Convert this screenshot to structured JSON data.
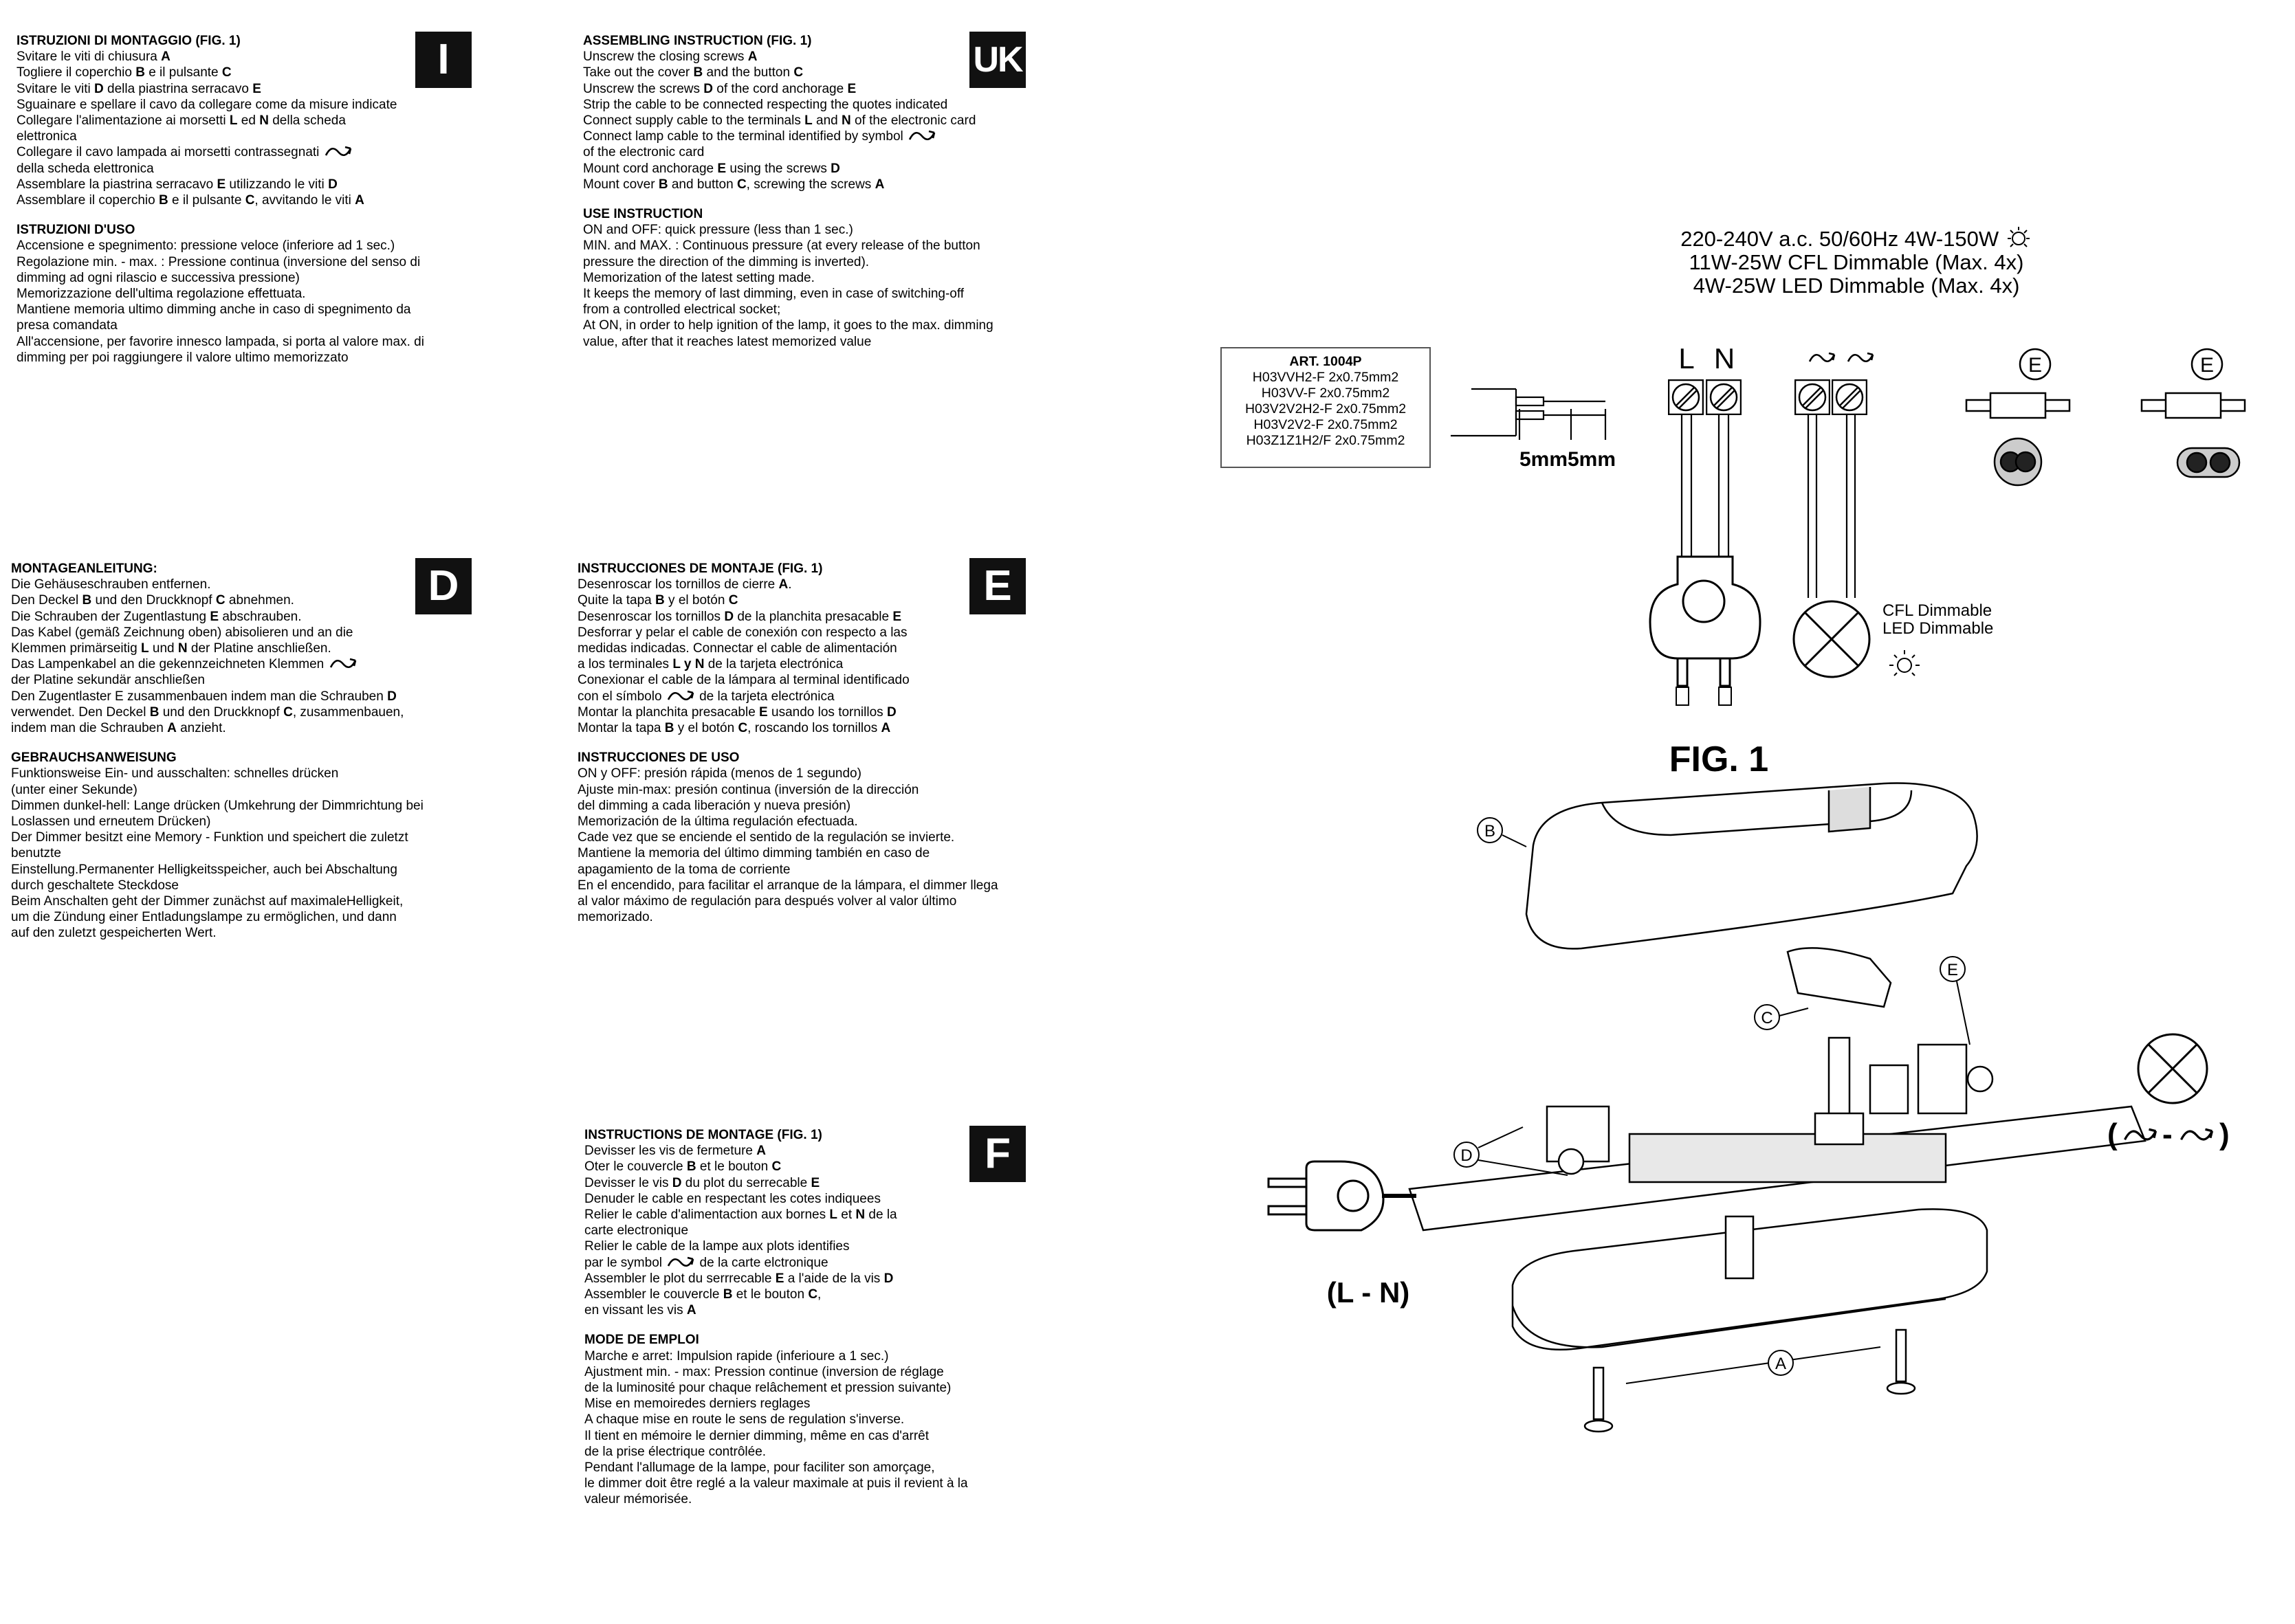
{
  "sections": {
    "it": {
      "badge": "I",
      "title": "ISTRUZIONI DI MONTAGGIO (FIG. 1)",
      "lines": [
        [
          {
            "t": "Svitare le viti di chiusura "
          },
          {
            "t": "A",
            "b": true
          }
        ],
        [
          {
            "t": "Togliere il coperchio "
          },
          {
            "t": "B",
            "b": true
          },
          {
            "t": " e il pulsante "
          },
          {
            "t": "C",
            "b": true
          }
        ],
        [
          {
            "t": "Svitare le viti "
          },
          {
            "t": "D",
            "b": true
          },
          {
            "t": " della piastrina serracavo "
          },
          {
            "t": "E",
            "b": true
          }
        ],
        [
          {
            "t": "Sguainare e spellare il cavo da collegare come da misure indicate"
          }
        ],
        [
          {
            "t": "Collegare l'alimentazione ai morsetti "
          },
          {
            "t": "L",
            "b": true
          },
          {
            "t": " ed "
          },
          {
            "t": "N",
            "b": true
          },
          {
            "t": " della scheda"
          }
        ],
        [
          {
            "t": "elettronica"
          }
        ],
        [
          {
            "t": "Collegare il cavo lampada ai morsetti contrassegnati "
          },
          {
            "sym": true
          }
        ],
        [
          {
            "t": "della scheda elettronica"
          }
        ],
        [
          {
            "t": "Assemblare la piastrina serracavo "
          },
          {
            "t": "E",
            "b": true
          },
          {
            "t": " utilizzando le viti "
          },
          {
            "t": "D",
            "b": true
          }
        ],
        [
          {
            "t": "Assemblare il coperchio "
          },
          {
            "t": "B",
            "b": true
          },
          {
            "t": " e il pulsante "
          },
          {
            "t": "C",
            "b": true
          },
          {
            "t": ", avvitando le viti "
          },
          {
            "t": "A",
            "b": true
          }
        ]
      ],
      "use_title": "ISTRUZIONI D'USO",
      "use_lines": [
        "Accensione e spegnimento: pressione veloce (inferiore ad 1 sec.)",
        "Regolazione min. - max. : Pressione continua (inversione del senso di",
        "dimming ad ogni rilascio e successiva pressione)",
        "Memorizzazione dell'ultima regolazione effettuata.",
        "Mantiene memoria ultimo dimming anche in caso di spegnimento da",
        "presa comandata",
        "All'accensione, per favorire innesco lampada, si porta al valore max. di",
        "dimming per poi raggiungere il valore ultimo memorizzato"
      ]
    },
    "uk": {
      "badge": "UK",
      "title": "ASSEMBLING INSTRUCTION (FIG. 1)",
      "lines": [
        [
          {
            "t": "Unscrew the closing screws  "
          },
          {
            "t": "A",
            "b": true
          }
        ],
        [
          {
            "t": "Take out the cover "
          },
          {
            "t": "B",
            "b": true
          },
          {
            "t": " and the button "
          },
          {
            "t": "C",
            "b": true
          }
        ],
        [
          {
            "t": "Unscrew the screws "
          },
          {
            "t": "D",
            "b": true
          },
          {
            "t": " of the cord anchorage "
          },
          {
            "t": "E",
            "b": true
          }
        ],
        [
          {
            "t": "Strip the cable to be connected respecting the  quotes indicated"
          }
        ],
        [
          {
            "t": "Connect supply cable to the terminals "
          },
          {
            "t": "L",
            "b": true
          },
          {
            "t": " and "
          },
          {
            "t": "N",
            "b": true
          },
          {
            "t": " of the electronic card"
          }
        ],
        [
          {
            "t": "Connect lamp cable to the terminal identified by symbol "
          },
          {
            "sym": true
          }
        ],
        [
          {
            "t": "of the electronic card"
          }
        ],
        [
          {
            "t": "Mount cord anchorage "
          },
          {
            "t": "E",
            "b": true
          },
          {
            "t": " using the screws "
          },
          {
            "t": "D",
            "b": true
          }
        ],
        [
          {
            "t": "Mount cover "
          },
          {
            "t": "B",
            "b": true
          },
          {
            "t": " and button "
          },
          {
            "t": "C",
            "b": true
          },
          {
            "t": ", screwing the screws "
          },
          {
            "t": "A",
            "b": true
          }
        ]
      ],
      "use_title": "USE INSTRUCTION",
      "use_lines": [
        "ON and OFF: quick pressure (less than 1 sec.)",
        "MIN. and MAX.  : Continuous pressure (at every release of the button",
        "pressure the direction of the dimming is inverted).",
        "Memorization of the latest setting made.",
        "It keeps the memory of last dimming, even in case of switching-off",
        "from a controlled electrical socket;",
        "At ON, in order to help ignition of the lamp, it goes to the max. dimming",
        "value, after that it reaches latest memorized value"
      ]
    },
    "de": {
      "badge": "D",
      "title": "MONTAGEANLEITUNG:",
      "lines": [
        [
          {
            "t": "Die Gehäuseschrauben entfernen."
          }
        ],
        [
          {
            "t": "Den Deckel "
          },
          {
            "t": "B",
            "b": true
          },
          {
            "t": " und den Druckknopf "
          },
          {
            "t": "C",
            "b": true
          },
          {
            "t": " abnehmen."
          }
        ],
        [
          {
            "t": "Die Schrauben der Zugentlastung "
          },
          {
            "t": "E",
            "b": true
          },
          {
            "t": " abschrauben."
          }
        ],
        [
          {
            "t": "Das Kabel (gemäß Zeichnung oben) abisolieren und an die"
          }
        ],
        [
          {
            "t": "Klemmen primärseitig "
          },
          {
            "t": "L",
            "b": true
          },
          {
            "t": " und "
          },
          {
            "t": "N",
            "b": true
          },
          {
            "t": " der Platine anschließen."
          }
        ],
        [
          {
            "t": "Das Lampenkabel an die gekennzeichneten Klemmen "
          },
          {
            "sym": true
          }
        ],
        [
          {
            "t": "der Platine sekundär anschließen"
          }
        ],
        [
          {
            "t": "Den Zugentlaster  E zusammenbauen indem man die Schrauben "
          },
          {
            "t": "D",
            "b": true
          }
        ],
        [
          {
            "t": "verwendet. Den Deckel "
          },
          {
            "t": "B",
            "b": true
          },
          {
            "t": " und den Druckknopf "
          },
          {
            "t": "C",
            "b": true
          },
          {
            "t": ", zusammenbauen,"
          }
        ],
        [
          {
            "t": "indem man die Schrauben "
          },
          {
            "t": "A",
            "b": true
          },
          {
            "t": " anzieht."
          }
        ]
      ],
      "use_title": "GEBRAUCHSANWEISUNG",
      "use_lines": [
        "Funktionsweise Ein- und ausschalten: schnelles drücken",
        "(unter einer Sekunde)",
        "Dimmen dunkel-hell: Lange drücken (Umkehrung der Dimmrichtung bei",
        "Loslassen und erneutem Drücken)",
        "Der Dimmer besitzt eine Memory - Funktion und speichert die zuletzt",
        "benutzte",
        "Einstellung.Permanenter Helligkeitsspeicher, auch bei Abschaltung",
        "durch geschaltete Steckdose",
        "Beim Anschalten geht der Dimmer zunächst auf maximaleHelligkeit,",
        "um die Zündung einer Entladungslampe zu ermöglichen, und dann",
        "auf den zuletzt gespeicherten Wert."
      ]
    },
    "es": {
      "badge": "E",
      "title": "INSTRUCCIONES DE MONTAJE (FIG. 1)",
      "lines": [
        [
          {
            "t": "Desenroscar los tornillos de cierre  "
          },
          {
            "t": "A",
            "b": true
          },
          {
            "t": "."
          }
        ],
        [
          {
            "t": "Quite la tapa "
          },
          {
            "t": "B",
            "b": true
          },
          {
            "t": " y el botón "
          },
          {
            "t": "C",
            "b": true
          }
        ],
        [
          {
            "t": "Desenroscar los tornillos "
          },
          {
            "t": "D",
            "b": true
          },
          {
            "t": " de la planchita presacable "
          },
          {
            "t": "E",
            "b": true
          }
        ],
        [
          {
            "t": "Desforrar y pelar el cable de conexión con respecto a las"
          }
        ],
        [
          {
            "t": "medidas indicadas. Connectar el cable de alimentación"
          }
        ],
        [
          {
            "t": "a los terminales "
          },
          {
            "t": "L y N",
            "b": true
          },
          {
            "t": " de la tarjeta electrónica"
          }
        ],
        [
          {
            "t": "Conexionar el cable de la lámpara al terminal identificado"
          }
        ],
        [
          {
            "t": "con el símbolo "
          },
          {
            "sym": true
          },
          {
            "t": "  de la tarjeta electrónica"
          }
        ],
        [
          {
            "t": "Montar la planchita presacable "
          },
          {
            "t": "E",
            "b": true
          },
          {
            "t": " usando los tornillos "
          },
          {
            "t": "D",
            "b": true
          }
        ],
        [
          {
            "t": "Montar la tapa "
          },
          {
            "t": "B",
            "b": true
          },
          {
            "t": " y el botón "
          },
          {
            "t": "C",
            "b": true
          },
          {
            "t": ", roscando los tornillos "
          },
          {
            "t": "A",
            "b": true
          }
        ]
      ],
      "use_title": "INSTRUCCIONES DE USO",
      "use_lines": [
        "ON y OFF: presión rápida (menos de 1 segundo)",
        "Ajuste min-max: presión continua (inversión de la dirección",
        "del dimming a cada liberación y nueva presión)",
        "Memorización de la última regulación efectuada.",
        "Cade vez que se enciende el sentido de la regulación se invierte.",
        "Mantiene la memoria del último dimming también en caso de",
        "apagamiento de la toma de corriente",
        "En el encendido, para  facilitar el arranque de la lámpara, el dimmer llega",
        "al valor máximo de regulación para después volver al valor último",
        "memorizado."
      ]
    },
    "fr": {
      "badge": "F",
      "title": "INSTRUCTIONS  DE MONTAGE (FIG. 1)",
      "lines": [
        [
          {
            "t": "Devisser les vis de fermeture "
          },
          {
            "t": "A",
            "b": true
          }
        ],
        [
          {
            "t": "Oter le couvercle  "
          },
          {
            "t": "B",
            "b": true
          },
          {
            "t": " et le bouton "
          },
          {
            "t": "C",
            "b": true
          }
        ],
        [
          {
            "t": "Devisser le vis "
          },
          {
            "t": "D",
            "b": true
          },
          {
            "t": " du plot du serrecable "
          },
          {
            "t": "E",
            "b": true
          }
        ],
        [
          {
            "t": "Denuder le cable en respectant les cotes indiquees"
          }
        ],
        [
          {
            "t": "Relier le cable d'alimentaction aux bornes "
          },
          {
            "t": "L",
            "b": true
          },
          {
            "t": " et "
          },
          {
            "t": "N",
            "b": true
          },
          {
            "t": " de la"
          }
        ],
        [
          {
            "t": "carte electronique"
          }
        ],
        [
          {
            "t": "Relier le cable  de la lampe aux plots identifies"
          }
        ],
        [
          {
            "t": "par le symbol "
          },
          {
            "sym": true
          },
          {
            "t": " de la carte elctronique"
          }
        ],
        [
          {
            "t": "Assembler le plot du serrrecable "
          },
          {
            "t": "E",
            "b": true
          },
          {
            "t": " a l'aide de la vis "
          },
          {
            "t": "D",
            "b": true
          }
        ],
        [
          {
            "t": "Assembler le couvercle "
          },
          {
            "t": "B",
            "b": true
          },
          {
            "t": " et le bouton "
          },
          {
            "t": "C",
            "b": true
          },
          {
            "t": ","
          }
        ],
        [
          {
            "t": "en vissant les vis "
          },
          {
            "t": "A",
            "b": true
          }
        ]
      ],
      "use_title": "MODE DE EMPLOI",
      "use_lines": [
        "Marche e arret: Impulsion rapide (inferioure a 1 sec.)",
        "Ajustment min. - max: Pression continue (inversion de réglage",
        "de la luminosité pour chaque relâchement et pression suivante)",
        "Mise en memoiredes derniers reglages",
        "A chaque mise en route le sens de regulation s'inverse.",
        "Il tient en mémoire le dernier dimming, même en cas d'arrêt",
        "de la prise électrique contrôlée.",
        "Pendant l'allumage de la lampe, pour faciliter son amorçage,",
        "le dimmer doit être reglé a la valeur maximale at puis il revient à la",
        "valeur mémorisée."
      ]
    }
  },
  "spec": {
    "line1": "220-240V a.c. 50/60Hz 4W-150W",
    "line2": "11W-25W CFL Dimmable (Max. 4x)",
    "line3": "4W-25W LED Dimmable (Max. 4x)"
  },
  "article": {
    "title": "ART. 1004P",
    "cables": [
      "H03VVH2-F 2x0.75mm2",
      "H03VV-F 2x0.75mm2",
      "H03V2V2H2-F 2x0.75mm2",
      "H03V2V2-F 2x0.75mm2",
      "H03Z1Z1H2/F  2x0.75mm2"
    ]
  },
  "diagram": {
    "strip_length": "5mm5mm",
    "terminal_L": "L",
    "terminal_N": "N",
    "anchor_label": "E",
    "lamp_label_1": "CFL Dimmable",
    "lamp_label_2": "LED Dimmable",
    "fig_title": "FIG. 1",
    "callouts": {
      "a": "A",
      "b": "B",
      "c": "C",
      "d": "D",
      "e": "E"
    },
    "plug_label": "(L - N)"
  }
}
